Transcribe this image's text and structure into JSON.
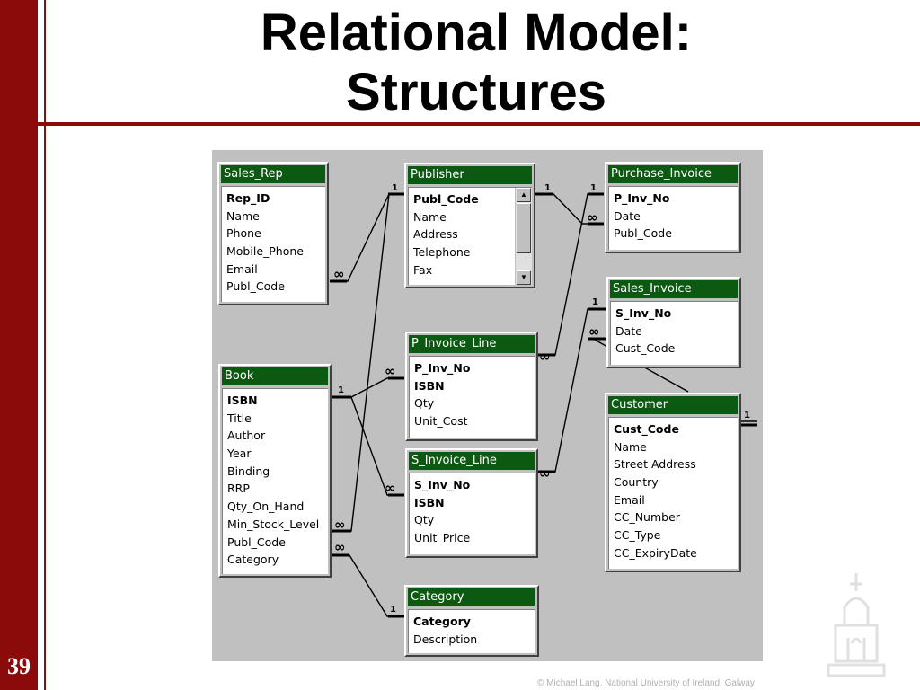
{
  "slide": {
    "title_line1": "Relational Model:",
    "title_line2": "Structures",
    "number": "39",
    "footer": "© Michael Lang, National University of Ireland, Galway",
    "accent_color": "#8b0a0a"
  },
  "diagram": {
    "background": "#c0c0c0",
    "header_color": "#0c5a12",
    "one_symbol": "1",
    "many_symbol": "∞",
    "tables": {
      "sales_rep": {
        "name": "Sales_Rep",
        "fields": [
          {
            "label": "Rep_ID",
            "key": true
          },
          {
            "label": "Name"
          },
          {
            "label": "Phone"
          },
          {
            "label": "Mobile_Phone"
          },
          {
            "label": "Email"
          },
          {
            "label": "Publ_Code"
          }
        ]
      },
      "publisher": {
        "name": "Publisher",
        "fields": [
          {
            "label": "Publ_Code",
            "key": true
          },
          {
            "label": "Name"
          },
          {
            "label": "Address"
          },
          {
            "label": "Telephone"
          },
          {
            "label": "Fax"
          }
        ]
      },
      "purchase_invoice": {
        "name": "Purchase_Invoice",
        "fields": [
          {
            "label": "P_Inv_No",
            "key": true
          },
          {
            "label": "Date"
          },
          {
            "label": "Publ_Code"
          }
        ]
      },
      "sales_invoice": {
        "name": "Sales_Invoice",
        "fields": [
          {
            "label": "S_Inv_No",
            "key": true
          },
          {
            "label": "Date"
          },
          {
            "label": "Cust_Code"
          }
        ]
      },
      "p_invoice_line": {
        "name": "P_Invoice_Line",
        "fields": [
          {
            "label": "P_Inv_No",
            "key": true
          },
          {
            "label": "ISBN",
            "key": true
          },
          {
            "label": "Qty"
          },
          {
            "label": "Unit_Cost"
          }
        ]
      },
      "s_invoice_line": {
        "name": "S_Invoice_Line",
        "fields": [
          {
            "label": "S_Inv_No",
            "key": true
          },
          {
            "label": "ISBN",
            "key": true
          },
          {
            "label": "Qty"
          },
          {
            "label": "Unit_Price"
          }
        ]
      },
      "book": {
        "name": "Book",
        "fields": [
          {
            "label": "ISBN",
            "key": true
          },
          {
            "label": "Title"
          },
          {
            "label": "Author"
          },
          {
            "label": "Year"
          },
          {
            "label": "Binding"
          },
          {
            "label": "RRP"
          },
          {
            "label": "Qty_On_Hand"
          },
          {
            "label": "Min_Stock_Level"
          },
          {
            "label": "Publ_Code"
          },
          {
            "label": "Category"
          }
        ]
      },
      "customer": {
        "name": "Customer",
        "fields": [
          {
            "label": "Cust_Code",
            "key": true
          },
          {
            "label": "Name"
          },
          {
            "label": "Street Address"
          },
          {
            "label": "Country"
          },
          {
            "label": "Email"
          },
          {
            "label": "CC_Number"
          },
          {
            "label": "CC_Type"
          },
          {
            "label": "CC_ExpiryDate"
          }
        ]
      },
      "category": {
        "name": "Category",
        "fields": [
          {
            "label": "Category",
            "key": true
          },
          {
            "label": "Description"
          }
        ]
      }
    },
    "relationships": [
      {
        "from": "publisher",
        "to": "sales_rep",
        "cardinality": "1:∞"
      },
      {
        "from": "publisher",
        "to": "purchase_invoice",
        "cardinality": "1:∞"
      },
      {
        "from": "publisher",
        "to": "book",
        "cardinality": "1:∞"
      },
      {
        "from": "purchase_invoice",
        "to": "p_invoice_line",
        "cardinality": "1:∞"
      },
      {
        "from": "sales_invoice",
        "to": "s_invoice_line",
        "cardinality": "1:∞"
      },
      {
        "from": "customer",
        "to": "sales_invoice",
        "cardinality": "1:∞"
      },
      {
        "from": "book",
        "to": "p_invoice_line",
        "cardinality": "1:∞"
      },
      {
        "from": "book",
        "to": "s_invoice_line",
        "cardinality": "1:∞"
      },
      {
        "from": "category",
        "to": "book",
        "cardinality": "1:∞"
      }
    ]
  }
}
